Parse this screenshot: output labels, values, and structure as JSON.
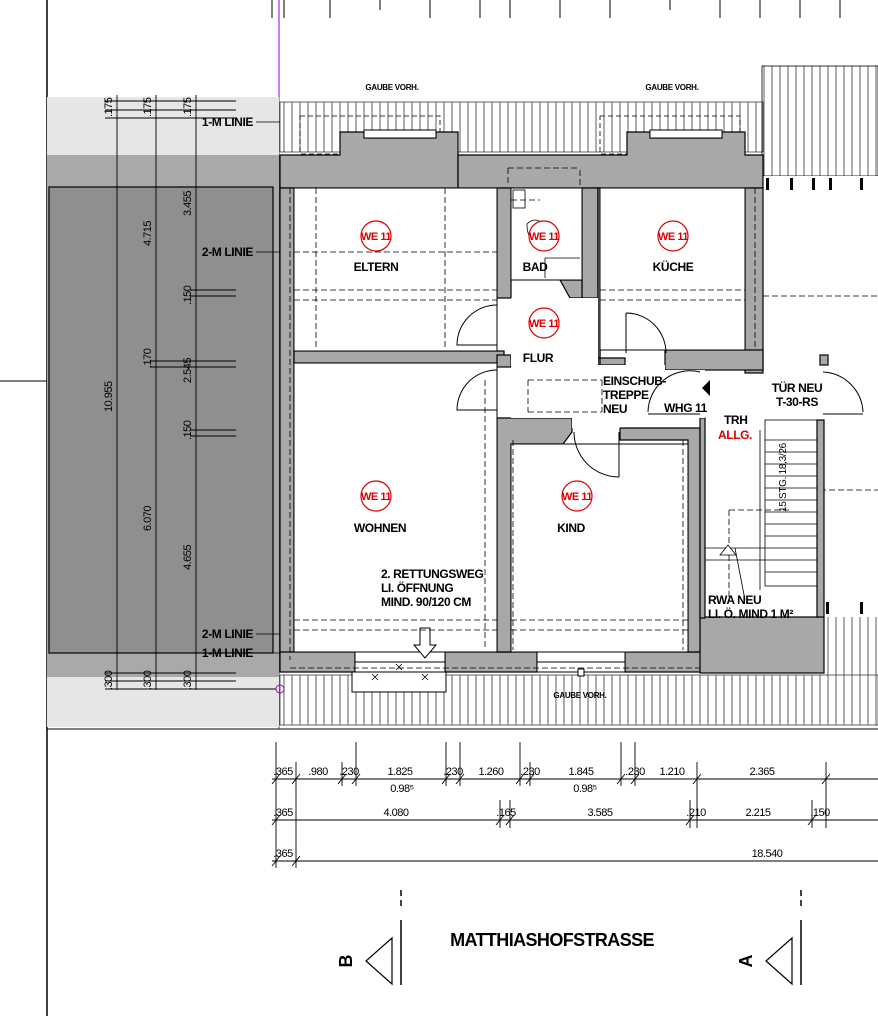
{
  "header_notes": {
    "gaube_left": "GAUBE VORH.",
    "gaube_right": "GAUBE VORH.",
    "gaube_bottom": "GAUBE VORH."
  },
  "unit_tag": "WE 11",
  "rooms": {
    "eltern": "ELTERN",
    "bad": "BAD",
    "kueche": "KÜCHE",
    "flur": "FLUR",
    "wohnen": "WOHNEN",
    "kind": "KIND"
  },
  "annotations": {
    "einschub": [
      "EINSCHUB-",
      "TREPPE",
      "NEU"
    ],
    "whg": "WHG 11",
    "tuer": [
      "TÜR NEU",
      "T-30-RS"
    ],
    "trh": "TRH",
    "allg": "ALLG.",
    "stg": "15 STG. 18,3/26",
    "rettung": [
      "2. RETTUNGSWEG",
      "LI. ÖFFNUNG",
      "MIND. 90/120 CM"
    ],
    "rwa": [
      "RWA NEU",
      "LI. Ö. MIND 1 M²"
    ]
  },
  "linie_labels": {
    "top_1m": "1-M LINIE",
    "top_2m": "2-M LINIE",
    "bottom_2m": "2-M LINIE",
    "bottom_1m": "1-M LINIE"
  },
  "left_dims": {
    "top": [
      ".175",
      ".175",
      ".175"
    ],
    "col_total": "10.955",
    "col_a": [
      "4.715",
      "6.070"
    ],
    "col_b": [
      "3.455",
      ".150",
      ".170",
      "2.545",
      ".150",
      "4.655"
    ],
    "bottom": [
      ".300",
      ".300",
      ".300"
    ]
  },
  "bottom_dims": {
    "row1": [
      ".365",
      ".980",
      ".230",
      "1.825",
      ".230",
      "1.260",
      ".230",
      "1.845",
      ".230",
      "1.210",
      "2.365"
    ],
    "row1_sub": [
      "0.98⁵",
      "0.98⁵"
    ],
    "row2": [
      ".365",
      "4.080",
      ".165",
      "3.585",
      ".210",
      "2.215",
      ".150"
    ],
    "row3": [
      ".365",
      "18.540"
    ]
  },
  "street": "MATTHIASHOFSTRASSE",
  "sections": {
    "left": "B",
    "right": "A"
  }
}
